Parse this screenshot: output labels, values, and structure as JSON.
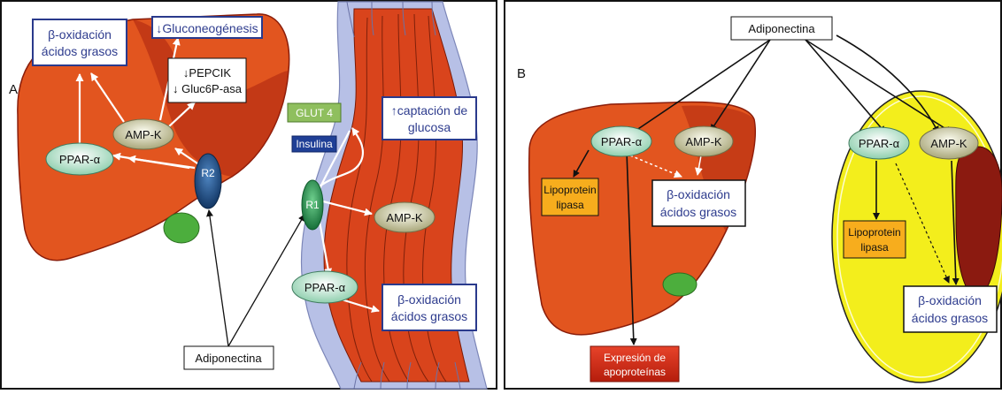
{
  "colors": {
    "liver": "#e2551f",
    "liver_dark": "#a9230e",
    "muscle": "#d9441c",
    "sheath": "#b7c0e6",
    "adipocyte": "#f3ee1c",
    "gallbladder": "#4cae3d",
    "receptor": "#1f4f86",
    "receptor_green": "#2e9b52",
    "box_border_blue": "#2a3a8c",
    "text_blue": "#2e3c8e",
    "glut4": "#8fbf5e",
    "insulina": "#1f3f96",
    "ppar": "#d7efe4",
    "ampk": "#d8d6a8",
    "lipo": "#f7ad1d",
    "expresion": "#d62b13",
    "border": "#111111"
  },
  "panel_a": {
    "label": "A",
    "beta_ox_liver": [
      "β-oxidación",
      "ácidos grasos"
    ],
    "gluconeo": "↓Gluconeogénesis",
    "pepck": [
      "↓PEPCIK",
      "↓ Gluc6P-asa"
    ],
    "ampk": "AMP-K",
    "ppar": "PPAR-α",
    "r2": "R2",
    "r1": "R1",
    "glut4": "GLUT 4",
    "insulina": "Insulina",
    "captacion": [
      "↑captación de",
      "glucosa"
    ],
    "ampk_muscle": "AMP-K",
    "ppar_muscle": "PPAR-α",
    "beta_ox_muscle": [
      "β-oxidación",
      "ácidos grasos"
    ],
    "adiponectina": "Adiponectina"
  },
  "panel_b": {
    "label": "B",
    "adiponectina": "Adiponectina",
    "ppar_liver": "PPAR-α",
    "ampk_liver": "AMP-K",
    "lipo_liver": [
      "Lipoprotein",
      "lipasa"
    ],
    "beta_ox_liver": [
      "β-oxidación",
      "ácidos grasos"
    ],
    "expresion": [
      "Expresión de",
      "apoproteínas"
    ],
    "ppar_adipo": "PPAR-α",
    "ampk_adipo": "AMP-K",
    "lipo_adipo": [
      "Lipoprotein",
      "lipasa"
    ],
    "beta_ox_adipo": [
      "β-oxidación",
      "ácidos grasos"
    ]
  }
}
